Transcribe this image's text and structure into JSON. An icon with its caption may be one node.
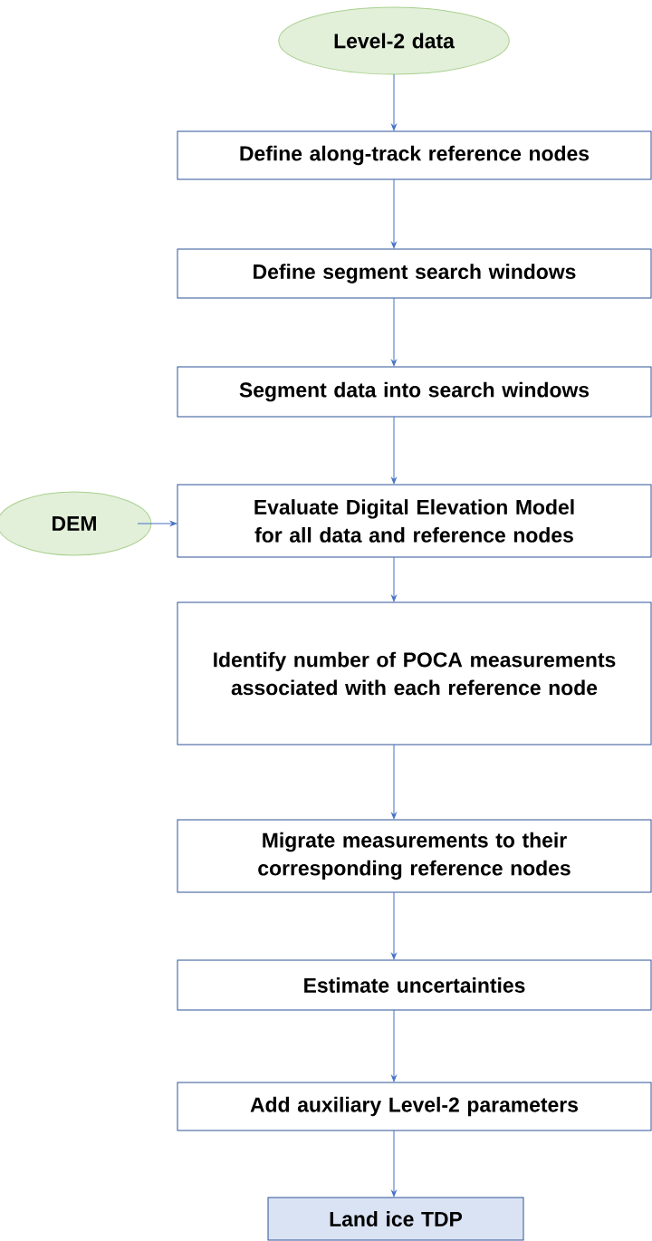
{
  "diagram": {
    "nodes": [
      {
        "text": [
          "Level-2 data"
        ]
      },
      {
        "text": [
          "Define along-track reference nodes"
        ]
      },
      {
        "text": [
          "Define segment search windows"
        ]
      },
      {
        "text": [
          "Segment data into search windows"
        ]
      },
      {
        "text": [
          "DEM"
        ]
      },
      {
        "text": [
          "Evaluate Digital Elevation Model for all data and reference nodes"
        ]
      },
      {
        "text": [
          "Identify number of POCA measurements associated with each reference node"
        ]
      },
      {
        "text": [
          "Migrate measurements to their corresponding reference nodes"
        ]
      },
      {
        "text": [
          "Estimate uncertainties"
        ]
      },
      {
        "text": [
          "Add auxiliary Level-2 parameters"
        ]
      },
      {
        "text": [
          "Land ice TDP"
        ]
      }
    ],
    "edges": [
      {
        "from": 0,
        "to": 1,
        "arrow": "to"
      },
      {
        "from": 1,
        "to": 2,
        "arrow": "to"
      },
      {
        "from": 2,
        "to": 3,
        "arrow": "to"
      },
      {
        "from": 3,
        "to": 5,
        "arrow": "to"
      },
      {
        "from": 4,
        "to": 5,
        "arrow": "to"
      },
      {
        "from": 5,
        "to": 6,
        "arrow": "to"
      },
      {
        "from": 6,
        "to": 7,
        "arrow": "to"
      },
      {
        "from": 7,
        "to": 8,
        "arrow": "to"
      },
      {
        "from": 8,
        "to": 9,
        "arrow": "to"
      },
      {
        "from": 9,
        "to": 10,
        "arrow": "to"
      }
    ]
  }
}
